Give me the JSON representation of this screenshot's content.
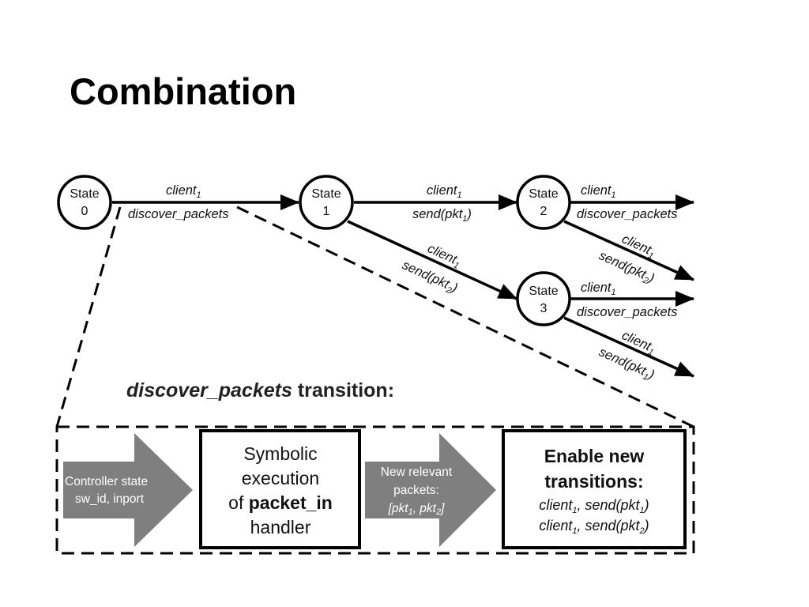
{
  "title": "Combination",
  "states": [
    {
      "label": "State",
      "num": "0"
    },
    {
      "label": "State",
      "num": "1"
    },
    {
      "label": "State",
      "num": "2"
    },
    {
      "label": "State",
      "num": "3"
    }
  ],
  "edges": {
    "e01": {
      "top": "client",
      "top_sub": "1",
      "bottom": "discover_packets"
    },
    "e12": {
      "top": "client",
      "top_sub": "1",
      "bottom_pre": "send(pkt",
      "bottom_sub": "1",
      "bottom_post": ")"
    },
    "e13": {
      "top": "client",
      "top_sub": "1",
      "bottom_pre": "send(pkt",
      "bottom_sub": "2",
      "bottom_post": ")"
    },
    "e2a": {
      "top": "client",
      "top_sub": "1",
      "bottom": "discover_packets"
    },
    "e2b": {
      "top": "client",
      "top_sub": "1",
      "bottom_pre": "send(pkt",
      "bottom_sub": "2",
      "bottom_post": ")"
    },
    "e3a": {
      "top": "client",
      "top_sub": "1",
      "bottom": "discover_packets"
    },
    "e3b": {
      "top": "client",
      "top_sub": "1",
      "bottom_pre": "send(pkt",
      "bottom_sub": "1",
      "bottom_post": ")"
    }
  },
  "transition_heading": {
    "italic": "discover_packets",
    "rest": " transition:"
  },
  "pipeline": {
    "controller_arrow": {
      "line1": "Controller state",
      "line2": "sw_id, inport"
    },
    "symbolic_box": {
      "line1": "Symbolic",
      "line2": "execution",
      "line3_pre": "of ",
      "line3_bold": "packet_in",
      "line4": "handler"
    },
    "packets_arrow": {
      "line1": "New relevant",
      "line2": "packets:",
      "line3_pre": "[pkt",
      "line3_sub1": "1",
      "line3_mid": ", pkt",
      "line3_sub2": "2",
      "line3_post": "]"
    },
    "enable_box": {
      "title1": "Enable new",
      "title2": "transitions:",
      "row1": {
        "pre": "client",
        "sub": "1",
        "mid": ", send(pkt",
        "sub2": "1",
        "post": ")"
      },
      "row2": {
        "pre": "client",
        "sub": "1",
        "mid": ", send(pkt",
        "sub2": "2",
        "post": ")"
      }
    }
  },
  "colors": {
    "ink": "#000000",
    "arrow_fill": "#7f7f7f",
    "heading_gray": "#333333"
  }
}
